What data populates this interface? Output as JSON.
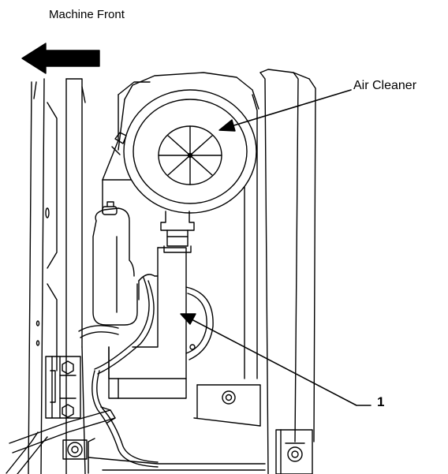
{
  "labels": {
    "machine_front": "Machine Front",
    "air_cleaner": "Air Cleaner",
    "callout_1": "1"
  },
  "icons": {
    "direction_arrow": "arrow-left-icon"
  },
  "colors": {
    "line": "#000000",
    "background": "#ffffff"
  }
}
